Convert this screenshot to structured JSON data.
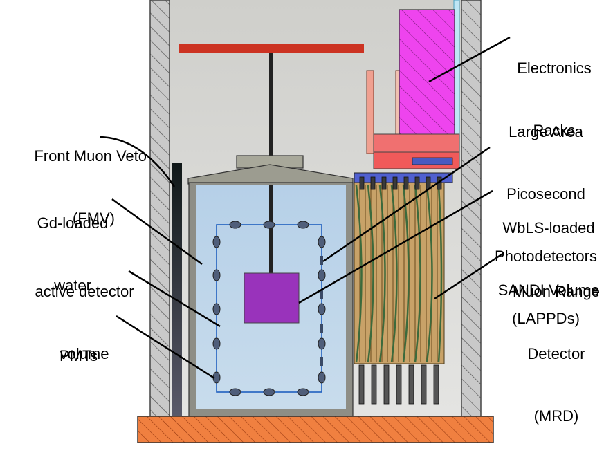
{
  "labels": {
    "fmv": [
      "Front Muon Veto",
      "(FMV)"
    ],
    "gd_water": [
      "Gd-loaded",
      "water"
    ],
    "active_volume": [
      "active detector",
      "volume"
    ],
    "pmts": [
      "PMTs"
    ],
    "electronics": [
      "Electronics",
      "Racks"
    ],
    "lappd": [
      "Large Area",
      "Picosecond",
      "Photodetectors",
      "(LAPPDs)"
    ],
    "wbls": [
      "WbLS-loaded",
      "SANDI Volume"
    ],
    "mrd": [
      "Muon Range",
      "Detector",
      "(MRD)"
    ]
  },
  "colors": {
    "wall": "#c6c6c6",
    "floor": "#ee7a3a",
    "crane": "#cc3322",
    "water": "#bcd4e8",
    "pmt": "#4f5e7a",
    "sandi": "#9933bb",
    "racks": "#ee44ee",
    "lappd_base": "#f07070",
    "mrd_bars": "#c8a268",
    "fmv_top": "#101818",
    "fmv_bottom": "#5a5a6a"
  }
}
